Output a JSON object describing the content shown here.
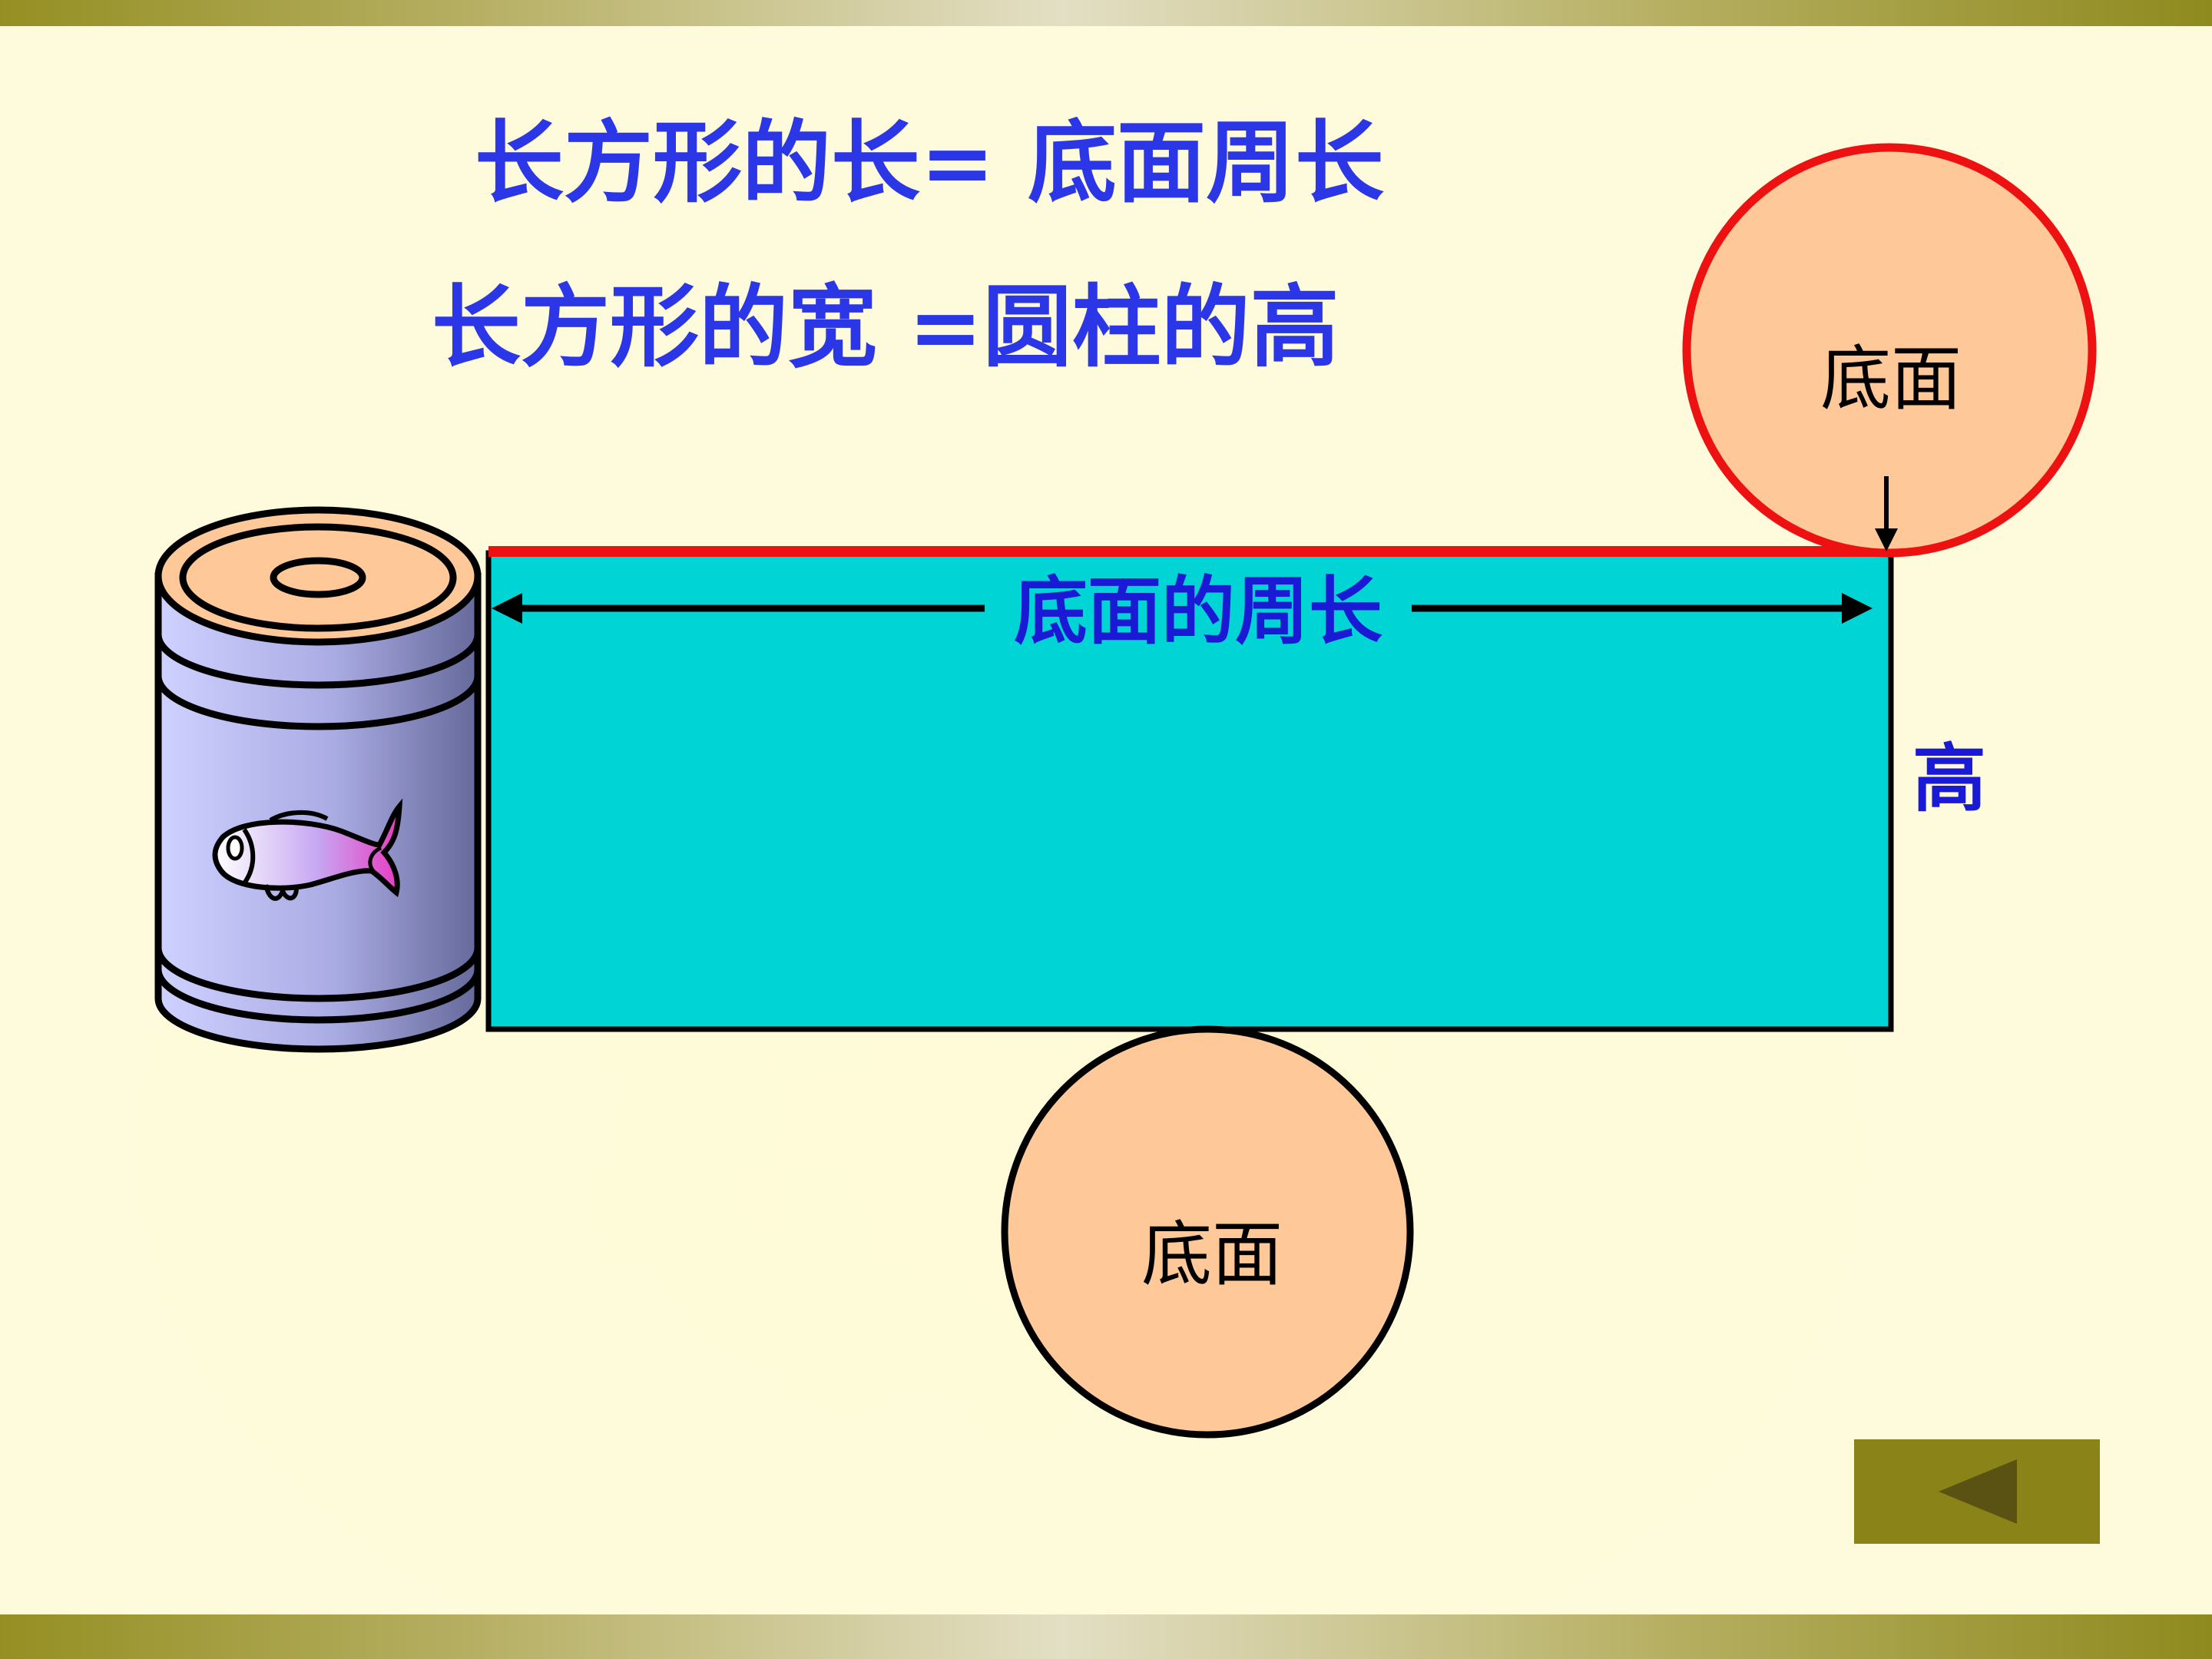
{
  "formulas": {
    "length": {
      "left": "长方形的长=",
      "right": "底面周长"
    },
    "width": "长方形的宽 =圆柱的高"
  },
  "diagram": {
    "perimeter_label": "底面的周长",
    "height_label": "高",
    "base_top_label": "底面",
    "base_bottom_label": "底面"
  },
  "colors": {
    "heading": "#2b36e6",
    "rectangle_fill": "#00d4d4",
    "perimeter_edge": "#ee1111",
    "base_fill": "#ffc898",
    "cylinder_body": "#b4b6ea",
    "nav_button": "#8a8418"
  },
  "icons": {
    "cylinder": "canned-fish-cylinder",
    "fish": "fish-icon",
    "back": "triangle-left-icon"
  }
}
